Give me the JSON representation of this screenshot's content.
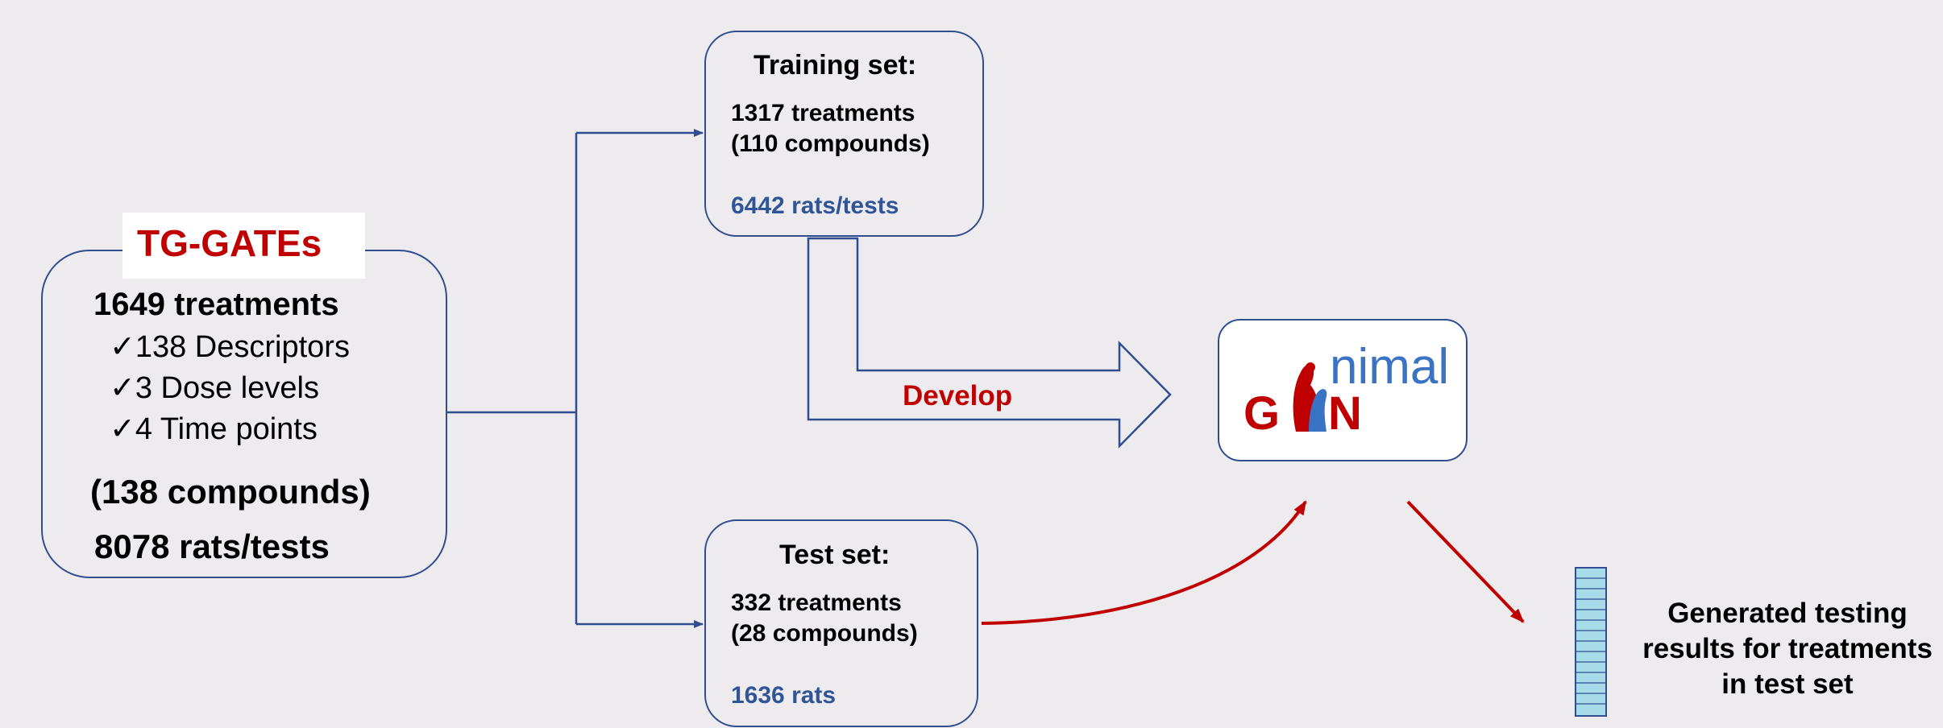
{
  "source": {
    "title": "TG-GATEs",
    "treatments": "1649 treatments",
    "checklist": [
      "138 Descriptors",
      "3 Dose levels",
      "4 Time points"
    ],
    "compounds": "(138 compounds)",
    "rats": "8078 rats/tests"
  },
  "training": {
    "title": "Training set:",
    "treatments": "1317 treatments",
    "compounds": "(110 compounds)",
    "rats": "6442 rats/tests"
  },
  "test": {
    "title": "Test set:",
    "treatments": "332 treatments",
    "compounds": "(28 compounds)",
    "rats": "1636 rats"
  },
  "develop_label": "Develop",
  "model_logo": {
    "prefix": "G",
    "middle": "N",
    "suffix": "nimal"
  },
  "output": {
    "line1": "Generated testing",
    "line2": "results for treatments",
    "line3": "in test set"
  },
  "colors": {
    "box_border": "#2f4d8f",
    "accent_red": "#c00000",
    "accent_blue": "#2f5597",
    "logo_blue": "#3a73c4",
    "stack_fill": "#a8dbe9"
  },
  "check_icon": "check-icon"
}
